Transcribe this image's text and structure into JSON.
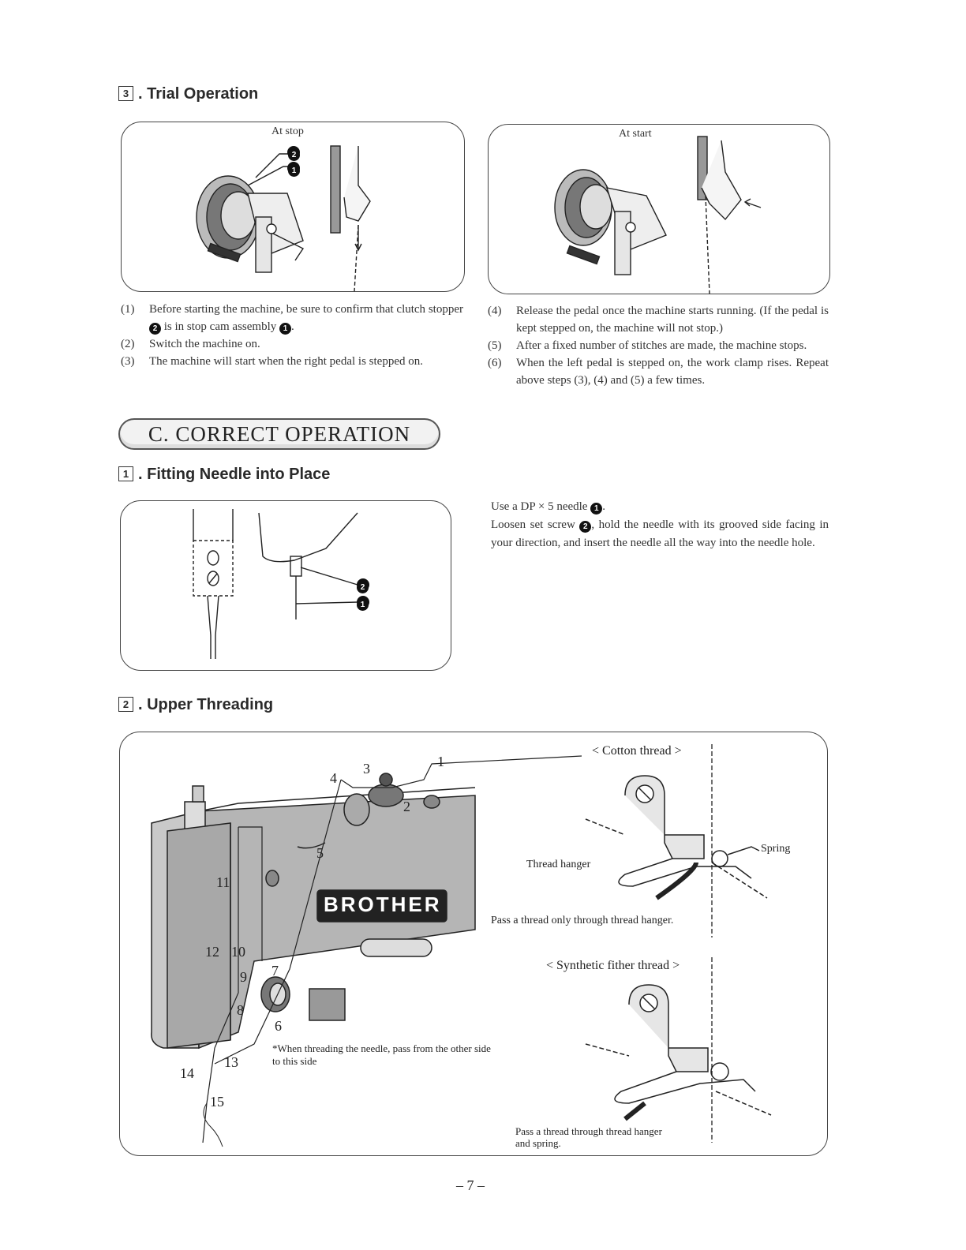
{
  "trial": {
    "heading_num": "3",
    "heading": ". Trial Operation",
    "fig_left_caption": "At stop",
    "fig_right_caption": "At start",
    "callout_2": "2",
    "callout_1": "1",
    "left_steps": [
      {
        "n": "(1)",
        "text_a": "Before starting the machine, be sure to confirm that clutch stopper ",
        "ref_a": "2",
        "text_b": " is in stop cam assembly ",
        "ref_b": "1",
        "text_c": "."
      },
      {
        "n": "(2)",
        "text": "Switch the machine on."
      },
      {
        "n": "(3)",
        "text": "The machine will start when the right pedal is stepped on."
      }
    ],
    "right_steps": [
      {
        "n": "(4)",
        "text": "Release the pedal once the machine starts running. (If the pedal is kept stepped on, the machine will not stop.)"
      },
      {
        "n": "(5)",
        "text": "After a fixed number of stitches are made, the machine stops."
      },
      {
        "n": "(6)",
        "text": "When the left pedal is stepped on, the work clamp rises. Repeat above steps (3), (4) and (5) a few times."
      }
    ]
  },
  "banner": "C. CORRECT OPERATION",
  "needle": {
    "heading_num": "1",
    "heading": ". Fitting Needle into Place",
    "callout_2": "2",
    "callout_1": "1",
    "p1_a": "Use a DP × 5 needle ",
    "p1_ref": "1",
    "p1_b": ".",
    "p2_a": "Loosen set screw ",
    "p2_ref": "2",
    "p2_b": ", hold the needle with its grooved side facing in your direction, and insert the needle all the way into the needle hole."
  },
  "threading": {
    "heading_num": "2",
    "heading": ". Upper Threading",
    "brand": "BROTHER",
    "numbers": [
      "1",
      "2",
      "3",
      "4",
      "5",
      "6",
      "7",
      "8",
      "9",
      "10",
      "11",
      "12",
      "13",
      "14",
      "15"
    ],
    "note": "*When threading the needle, pass from the other side to this side",
    "cotton_title": "< Cotton thread >",
    "spring_label": "Spring",
    "thread_hanger_label": "Thread hanger",
    "cotton_caption": "Pass a thread only through thread hanger.",
    "synthetic_title": "< Synthetic fither thread >",
    "synthetic_caption_1": "Pass a thread through thread hanger",
    "synthetic_caption_2": "and spring."
  },
  "page_number": "– 7 –"
}
